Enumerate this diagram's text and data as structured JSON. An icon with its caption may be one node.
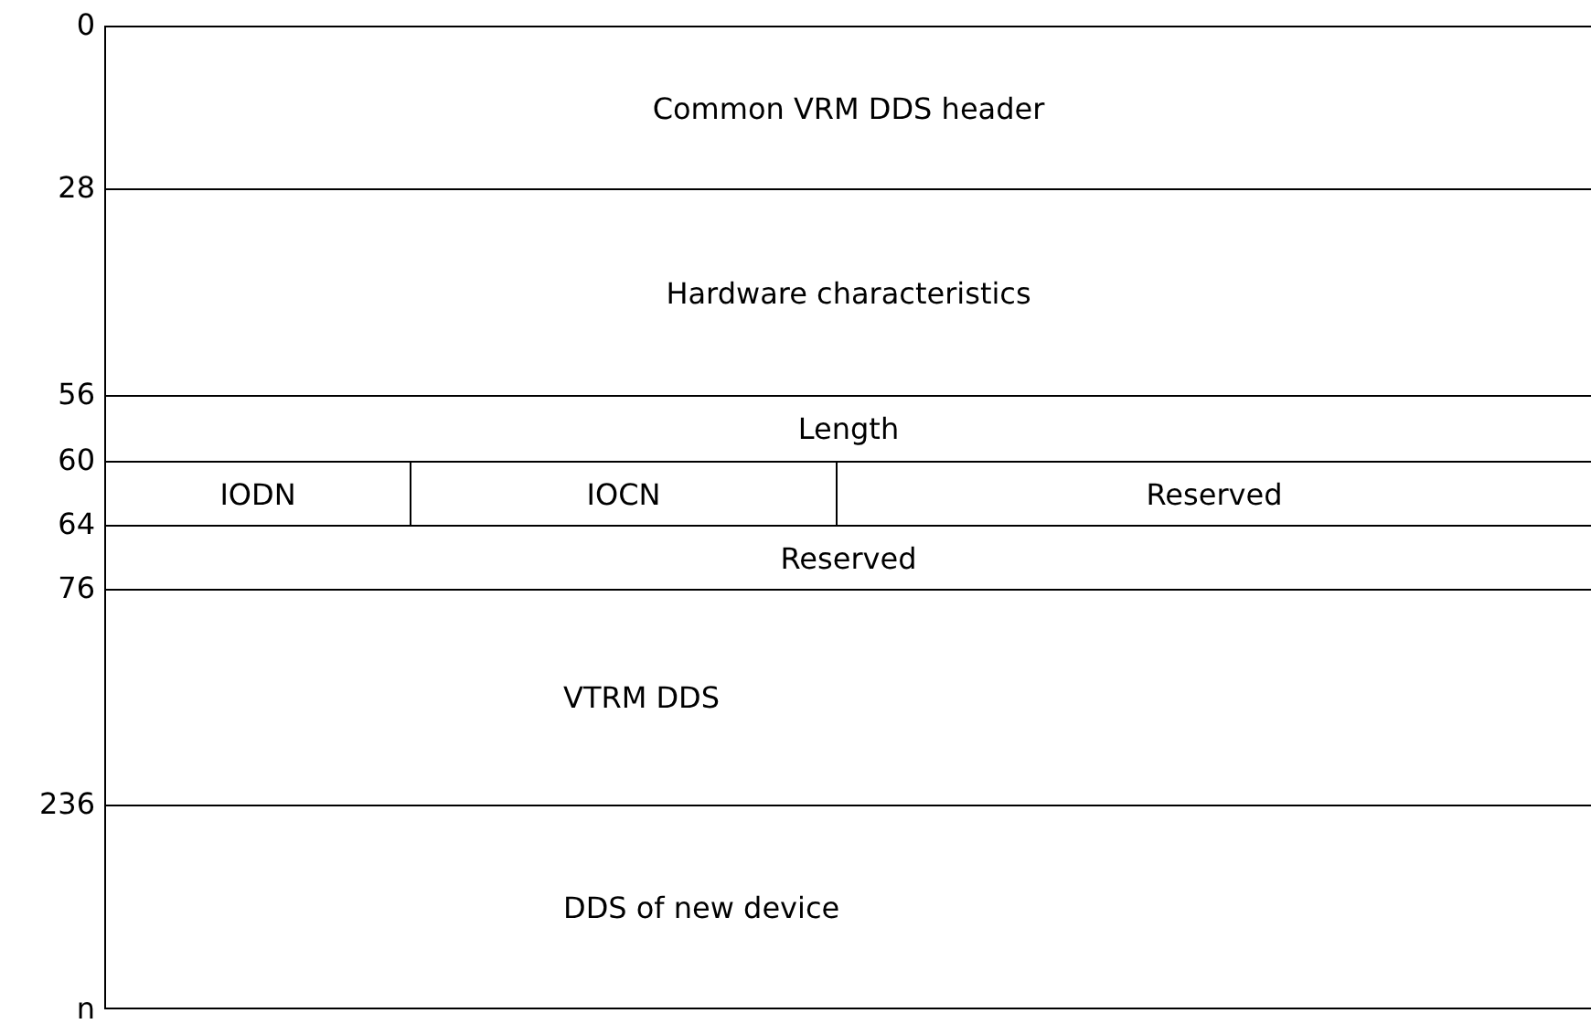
{
  "diagram": {
    "nodes": [
      {
        "text": [
          "Common VRM DDS header"
        ]
      },
      {
        "text": [
          "Hardware characteristics"
        ]
      },
      {
        "text": [
          "Length"
        ]
      },
      {
        "text": [
          "IODN"
        ]
      },
      {
        "text": [
          "IOCN"
        ]
      },
      {
        "text": [
          "Reserved"
        ]
      },
      {
        "text": [
          "Reserved"
        ]
      },
      {
        "text": [
          "VTRM DDS"
        ]
      },
      {
        "text": [
          "DDS of new device"
        ]
      }
    ],
    "labels": [
      "0",
      "28",
      "56",
      "60",
      "64",
      "76",
      "236",
      "n"
    ]
  }
}
